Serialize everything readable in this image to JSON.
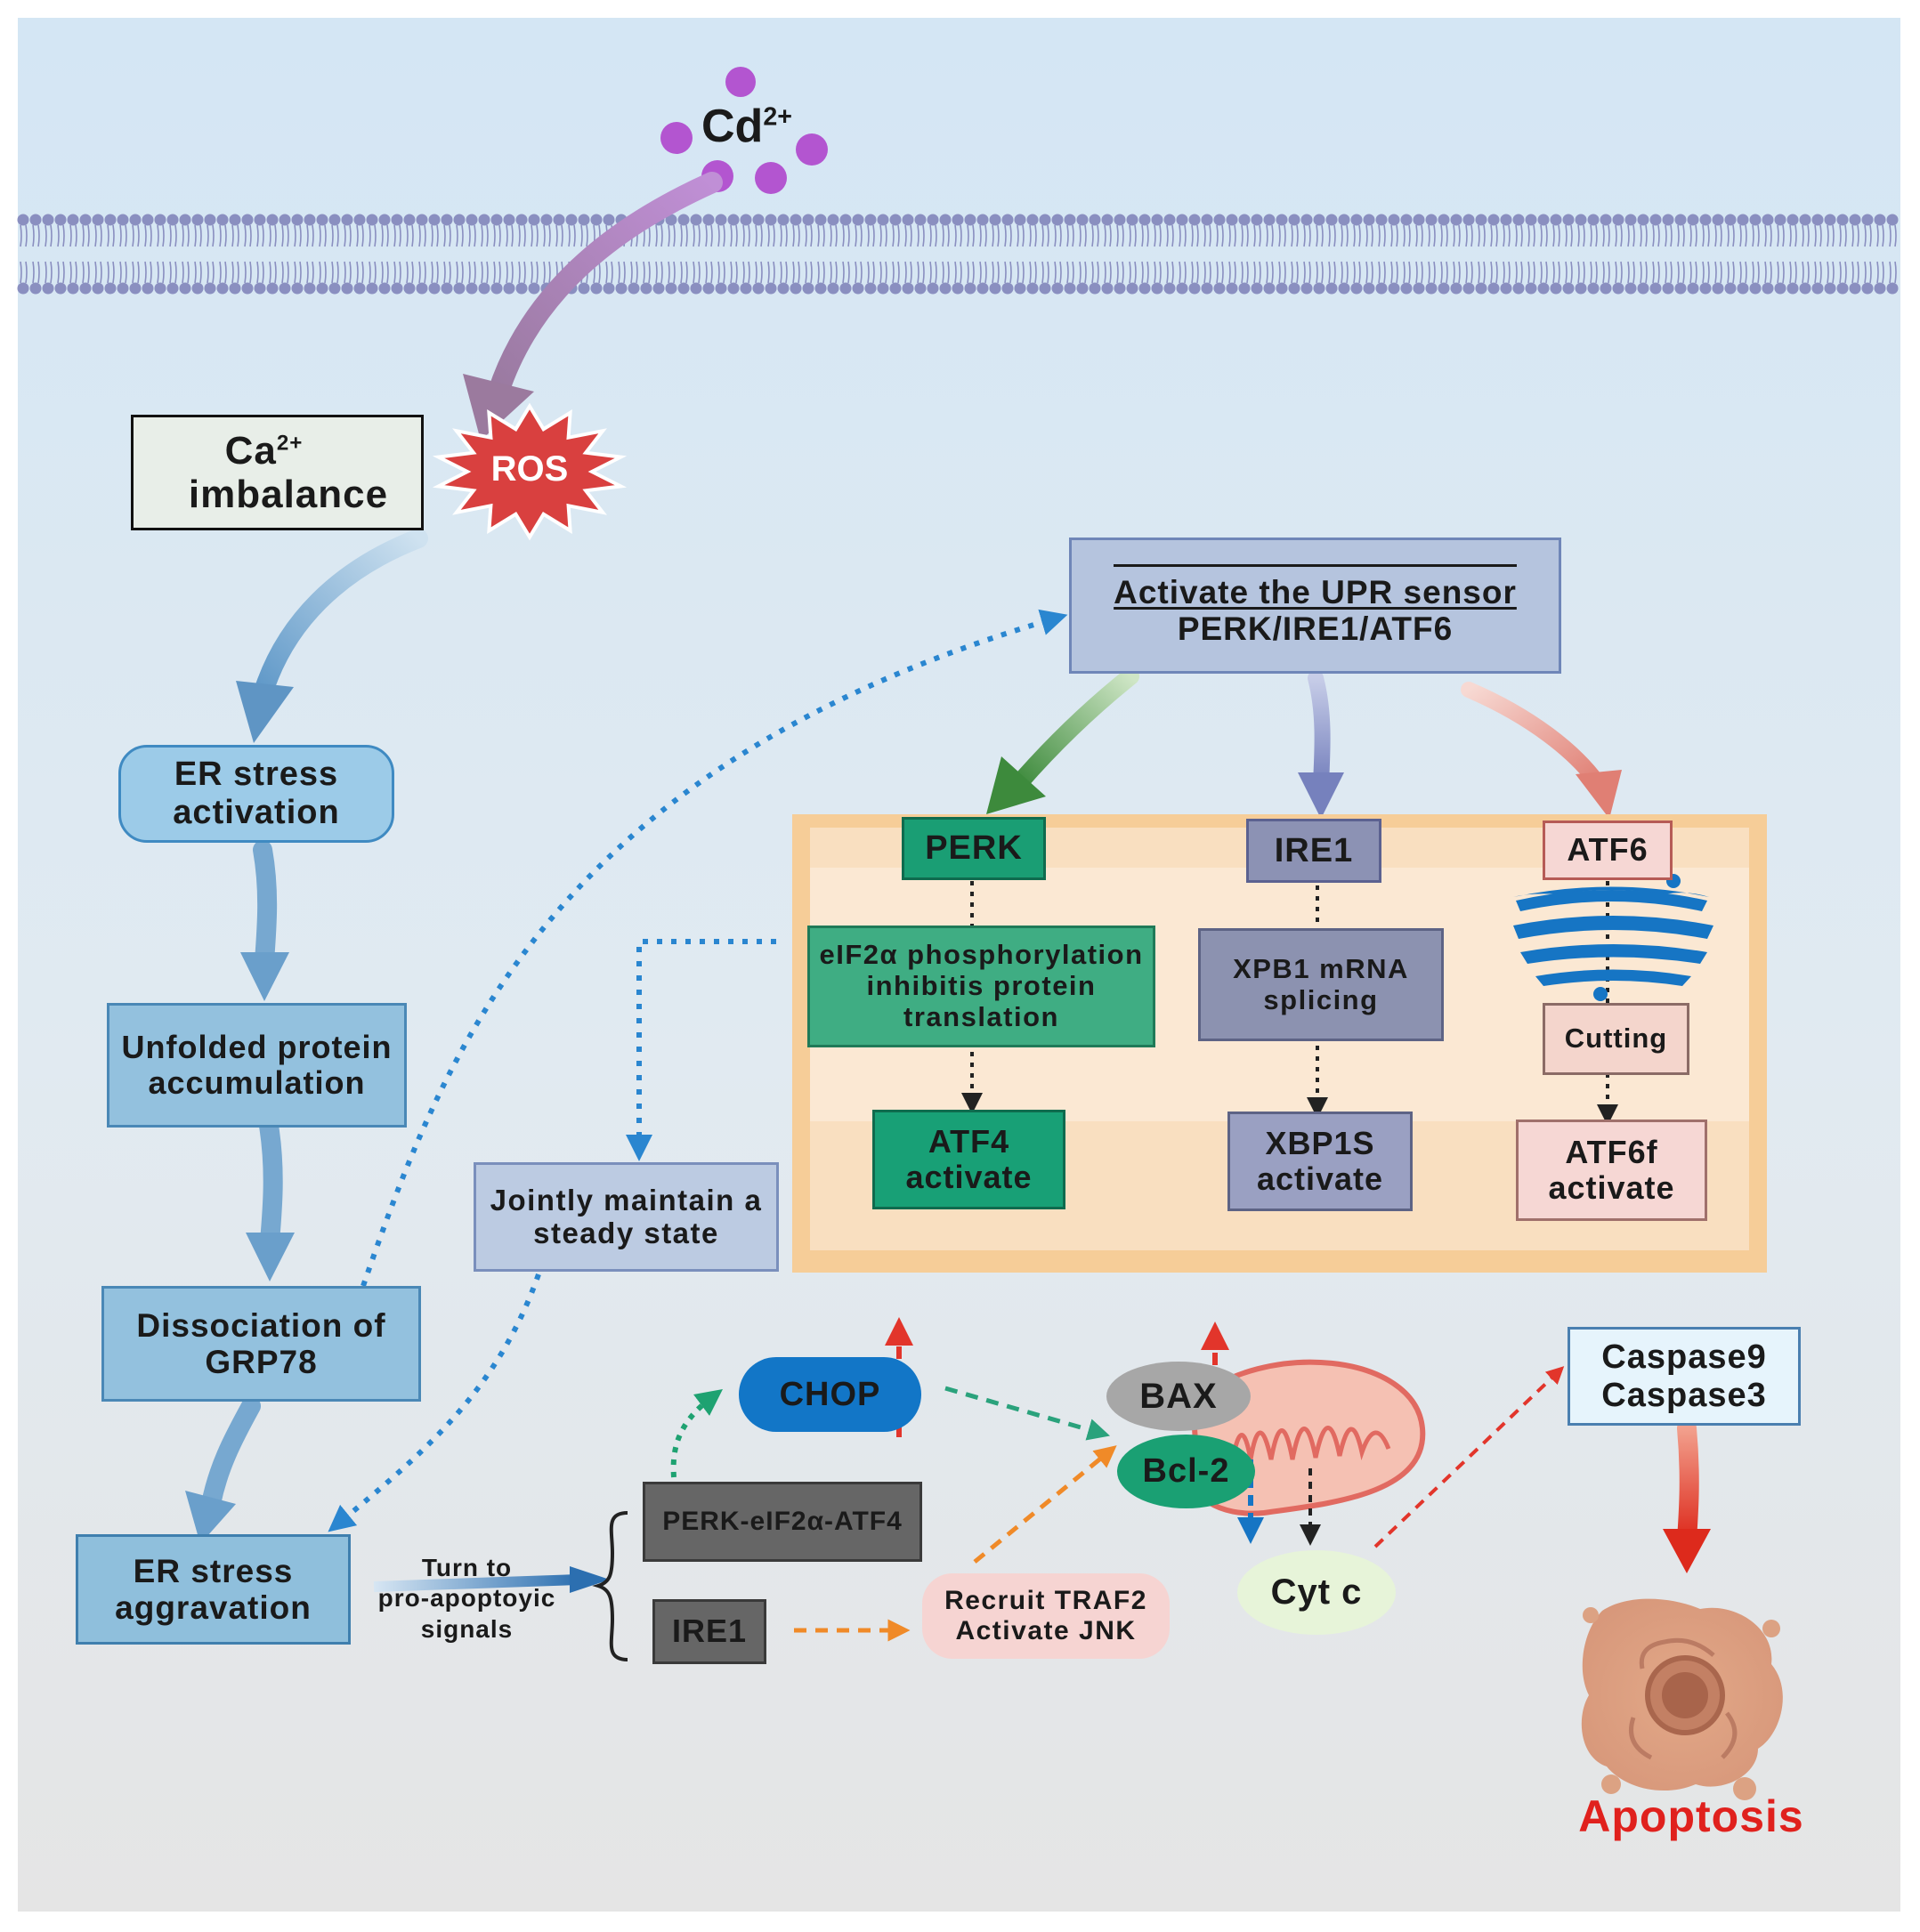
{
  "cd": {
    "symbol": "Cd",
    "charge": "2+"
  },
  "ros": "ROS",
  "ca": {
    "symbol": "Ca",
    "charge": "2+",
    "line2": "imbalance"
  },
  "left_chain": {
    "er_stress_activation": [
      "ER stress",
      "activation"
    ],
    "unfolded_protein": [
      "Unfolded protein",
      "accumulation"
    ],
    "grp78": [
      "Dissociation of",
      "GRP78"
    ],
    "er_stress_aggravation": [
      "ER stress",
      "aggravation"
    ]
  },
  "upr_sensor": {
    "line1": "Activate the UPR sensor",
    "line2": "PERK/IRE1/ATF6"
  },
  "pathways": {
    "perk": {
      "name": "PERK",
      "step": [
        "eIF2α phosphorylation",
        "inhibitis protein",
        "translation"
      ],
      "result": [
        "ATF4",
        "activate"
      ]
    },
    "ire1": {
      "name": "IRE1",
      "step": [
        "XPB1 mRNA",
        "splicing"
      ],
      "result": [
        "XBP1S",
        "activate"
      ]
    },
    "atf6": {
      "name": "ATF6",
      "step": [
        "Cutting"
      ],
      "result": [
        "ATF6f",
        "activate"
      ]
    }
  },
  "steady_state": [
    "Jointly maintain a",
    "steady state"
  ],
  "turn_to": [
    "Turn to",
    "pro-apoptoyic",
    "signals"
  ],
  "proapoptotic": {
    "perk_path": "PERK-eIF2α-ATF4",
    "ire1": "IRE1"
  },
  "chop": "CHOP",
  "traf2": [
    "Recruit TRAF2",
    "Activate JNK"
  ],
  "bax": "BAX",
  "bcl2": "Bcl-2",
  "cytc": "Cyt c",
  "caspases": [
    "Caspase9",
    "Caspase3"
  ],
  "apoptosis": "Apoptosis",
  "colors": {
    "bg_top": "#d3e5f3",
    "bg_bottom": "#e4e4e4",
    "membrane": "#8a8fc0",
    "box_blue": "#8fbfdc",
    "box_blue_border": "#4a88b6",
    "perk_green": "#1e9e74",
    "ire1_slate": "#8c92b4",
    "atf6_pink": "#f4d4d2",
    "upr_box": "#b3c3de",
    "panel": "#f5cf9c",
    "cd_purple": "#b657cf",
    "ros_red": "#d94545",
    "dotted_blue": "#2a86d0",
    "apoptosis_red": "#e0211d",
    "chop_blue": "#1276c7"
  }
}
